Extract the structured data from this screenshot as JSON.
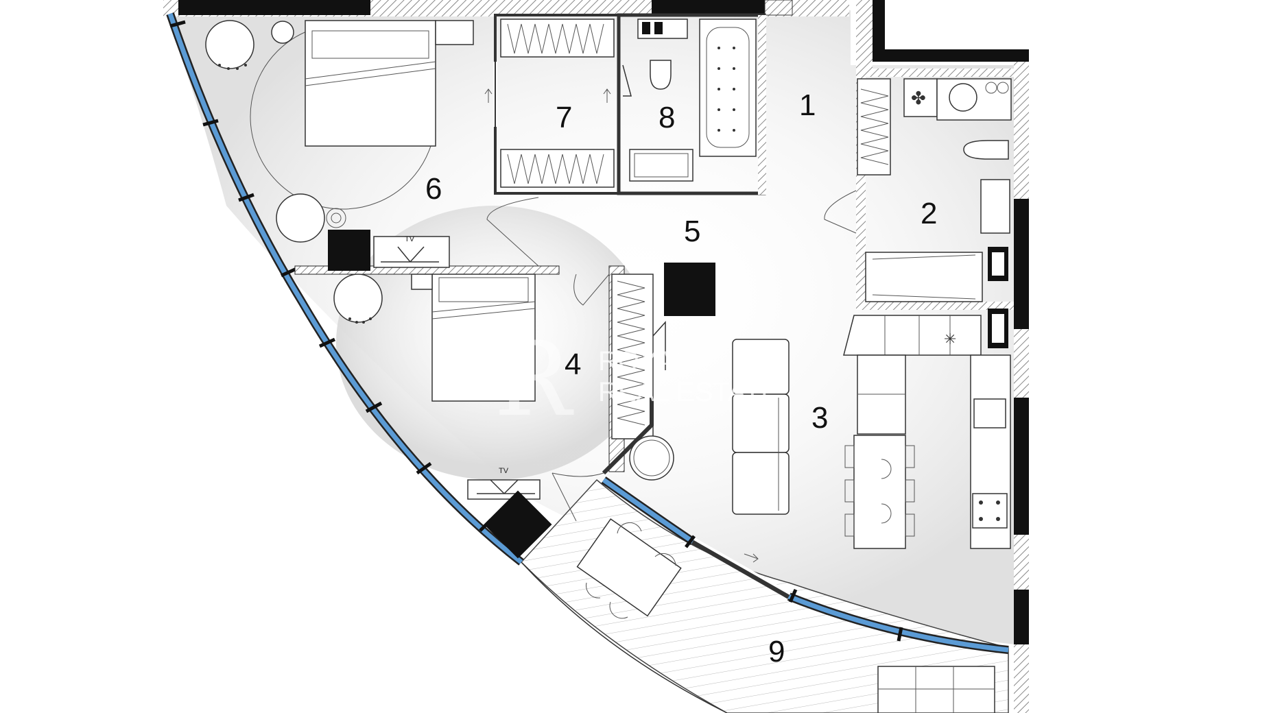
{
  "rooms": [
    {
      "id": "1",
      "label": "1"
    },
    {
      "id": "2",
      "label": "2"
    },
    {
      "id": "3",
      "label": "3"
    },
    {
      "id": "4",
      "label": "4"
    },
    {
      "id": "5",
      "label": "5"
    },
    {
      "id": "6",
      "label": "6"
    },
    {
      "id": "7",
      "label": "7"
    },
    {
      "id": "8",
      "label": "8"
    },
    {
      "id": "9",
      "label": "9"
    }
  ],
  "tv_labels": {
    "top": "TV",
    "bottom": "TV"
  },
  "watermark": {
    "mark": "R",
    "line1": "ROYAL",
    "line2": "REAL ESTATE"
  },
  "colors": {
    "window_glass": "#5b9bd5",
    "wall": "#111111",
    "hatch": "#888888",
    "background": "#ffffff"
  }
}
